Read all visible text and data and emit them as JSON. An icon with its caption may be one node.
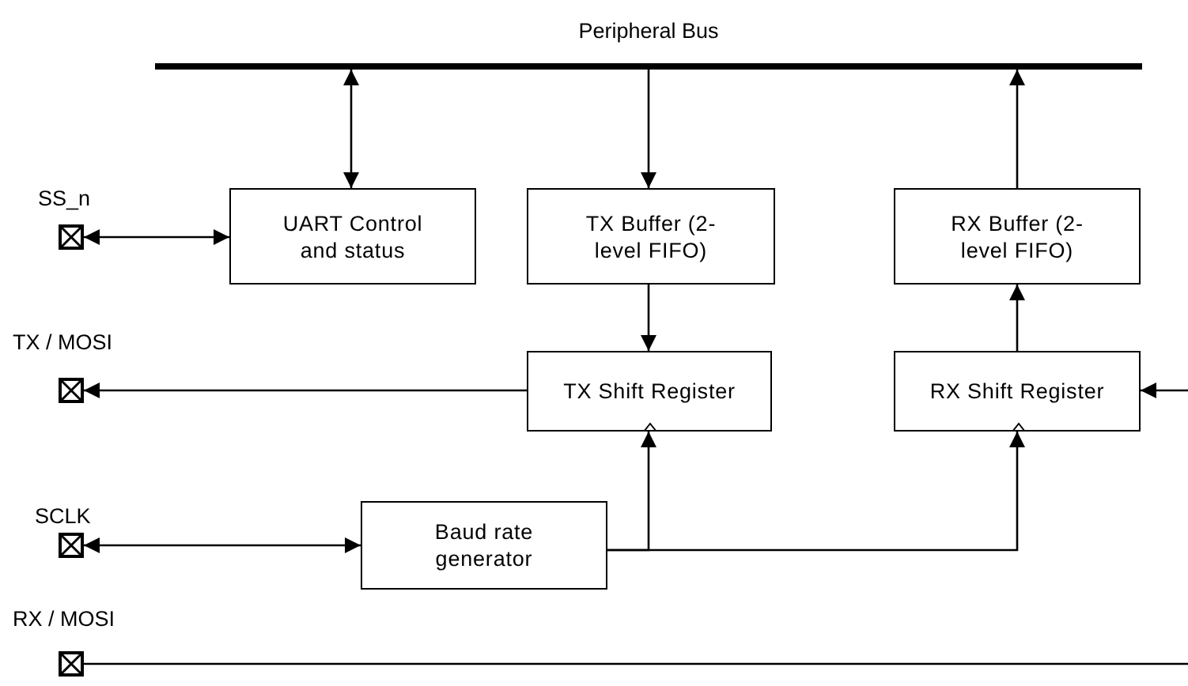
{
  "diagram": {
    "nodes": [
      {
        "text": [
          "Peripheral Bus"
        ]
      },
      {
        "text": [
          "SS_n"
        ]
      },
      {
        "text": [
          "UART Control and status"
        ]
      },
      {
        "text": [
          "TX Buffer (2-level FIFO)"
        ]
      },
      {
        "text": [
          "RX Buffer (2-level FIFO)"
        ]
      },
      {
        "text": [
          "TX / MOSI"
        ]
      },
      {
        "text": [
          "TX Shift Register"
        ]
      },
      {
        "text": [
          "RX Shift Register"
        ]
      },
      {
        "text": [
          "SCLK"
        ]
      },
      {
        "text": [
          "Baud rate generator"
        ]
      },
      {
        "text": [
          "RX / MOSI"
        ]
      }
    ],
    "edges": [
      {
        "from": 0,
        "to": 2,
        "arrow": "both"
      },
      {
        "from": 0,
        "to": 3,
        "arrow": "to"
      },
      {
        "from": 4,
        "to": 0,
        "arrow": "to"
      },
      {
        "from": 3,
        "to": 6,
        "arrow": "to"
      },
      {
        "from": 7,
        "to": 4,
        "arrow": "to"
      },
      {
        "from": 6,
        "to": 5,
        "arrow": "to"
      },
      {
        "from": 1,
        "to": 2,
        "arrow": "both"
      },
      {
        "from": 8,
        "to": 9,
        "arrow": "both"
      },
      {
        "from": 9,
        "to": 6,
        "arrow": "to"
      },
      {
        "from": 9,
        "to": 7,
        "arrow": "to"
      },
      {
        "from": 10,
        "to": null,
        "arrow": "none"
      },
      {
        "from": null,
        "to": 7,
        "arrow": "to"
      }
    ]
  }
}
